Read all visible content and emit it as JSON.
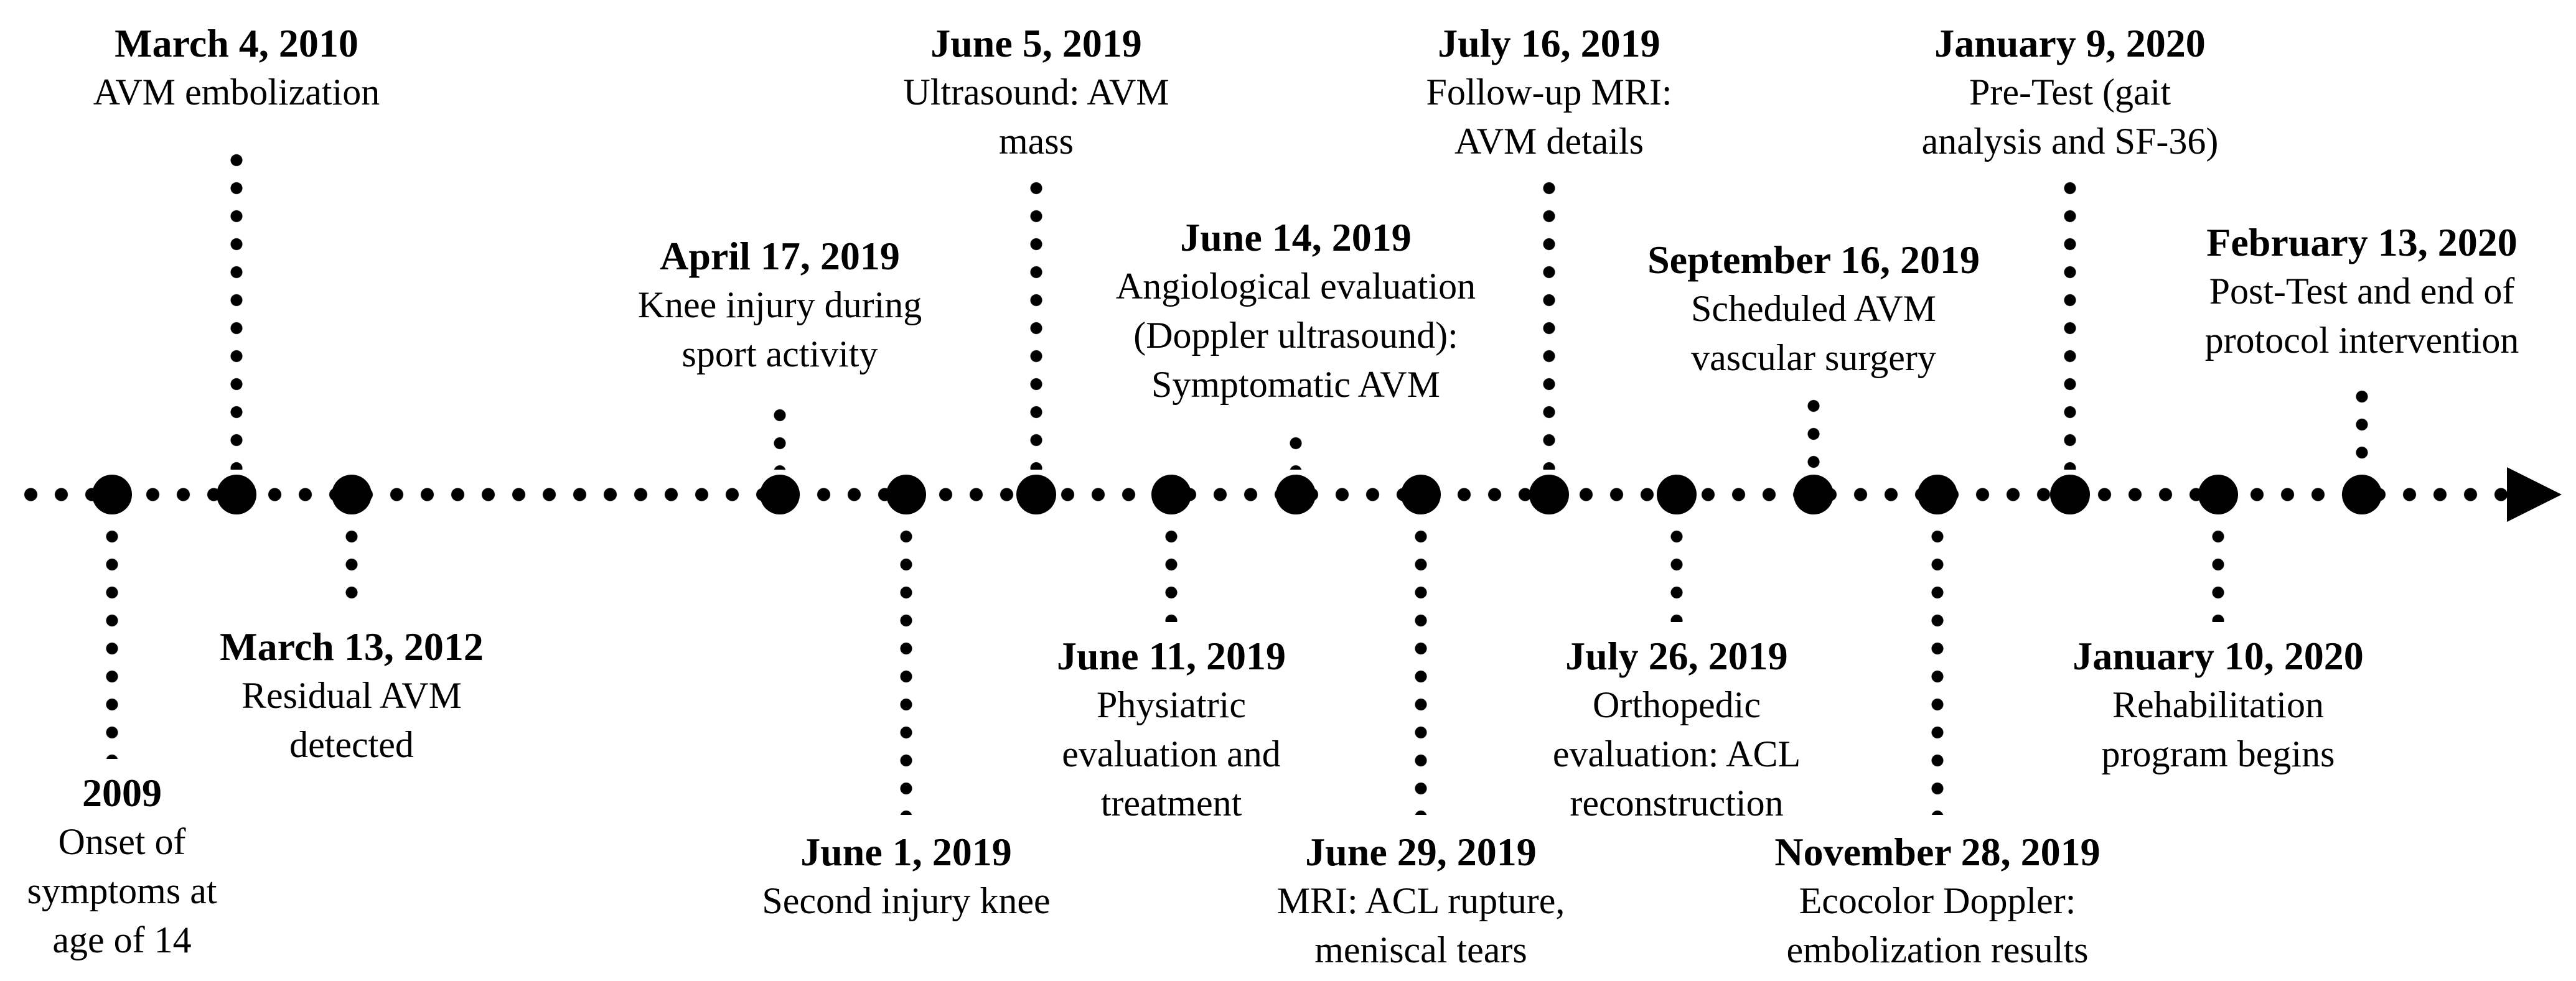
{
  "figure": {
    "type": "timeline",
    "direction": "left-to-right",
    "line_style": "dotted",
    "ink_color": "#000000",
    "background_color": "#ffffff"
  },
  "events": [
    {
      "date": "2009",
      "side": "below",
      "lines": [
        "Onset of",
        "symptoms at",
        "age of 14"
      ]
    },
    {
      "date": "March 4, 2010",
      "side": "above",
      "lines": [
        "AVM embolization"
      ]
    },
    {
      "date": "March 13, 2012",
      "side": "below",
      "lines": [
        "Residual AVM",
        "detected"
      ]
    },
    {
      "date": "April 17, 2019",
      "side": "above",
      "lines": [
        "Knee injury during",
        "sport activity"
      ]
    },
    {
      "date": "June 1, 2019",
      "side": "below",
      "lines": [
        "Second injury knee"
      ]
    },
    {
      "date": "June 5, 2019",
      "side": "above",
      "lines": [
        "Ultrasound: AVM",
        "mass"
      ]
    },
    {
      "date": "June 11, 2019",
      "side": "below",
      "lines": [
        "Physiatric",
        "evaluation and",
        "treatment"
      ]
    },
    {
      "date": "June 14, 2019",
      "side": "above",
      "lines": [
        "Angiological evaluation",
        "(Doppler ultrasound):",
        "Symptomatic AVM"
      ]
    },
    {
      "date": "June 29, 2019",
      "side": "below",
      "lines": [
        "MRI: ACL rupture,",
        "meniscal tears"
      ]
    },
    {
      "date": "July 16, 2019",
      "side": "above",
      "lines": [
        "Follow-up MRI:",
        "AVM details"
      ]
    },
    {
      "date": "July 26, 2019",
      "side": "below",
      "lines": [
        "Orthopedic",
        "evaluation: ACL",
        "reconstruction"
      ]
    },
    {
      "date": "September 16, 2019",
      "side": "above",
      "lines": [
        "Scheduled AVM",
        "vascular surgery"
      ]
    },
    {
      "date": "November 28, 2019",
      "side": "below",
      "lines": [
        "Ecocolor Doppler:",
        "embolization results"
      ]
    },
    {
      "date": "January 9, 2020",
      "side": "above",
      "lines": [
        "Pre-Test (gait",
        "analysis and SF-36)"
      ]
    },
    {
      "date": "January 10, 2020",
      "side": "below",
      "lines": [
        "Rehabilitation",
        "program begins"
      ]
    },
    {
      "date": "February 13, 2020",
      "side": "above",
      "lines": [
        "Post-Test and end of",
        "protocol intervention"
      ]
    }
  ]
}
